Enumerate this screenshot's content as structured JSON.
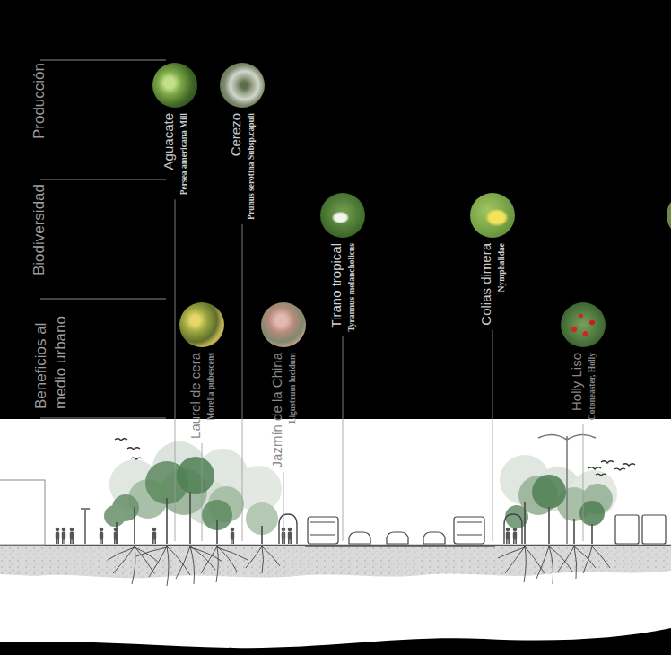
{
  "diagram": {
    "nodes": [
      {
        "text": [
          "Aguacate",
          "Persea americana Mill"
        ]
      },
      {
        "text": [
          "Cerezo",
          "Prunus serotina Subsp.capuli"
        ]
      },
      {
        "text": [
          "Tirano tropical",
          "Tyrannus melancholicus"
        ]
      },
      {
        "text": [
          "Colias dimera",
          "Nymphalidae"
        ]
      },
      {
        "text": [
          "Laurel de cera",
          "Morella pubescens"
        ]
      },
      {
        "text": [
          "Jazmín de la China",
          "Ligustrum lucidum"
        ]
      },
      {
        "text": [
          "Holly Liso",
          "Cotoneaster, Holly"
        ]
      }
    ],
    "labels": [
      "Producción",
      "Biodiversidad",
      "Beneficios al medio urbano"
    ]
  }
}
